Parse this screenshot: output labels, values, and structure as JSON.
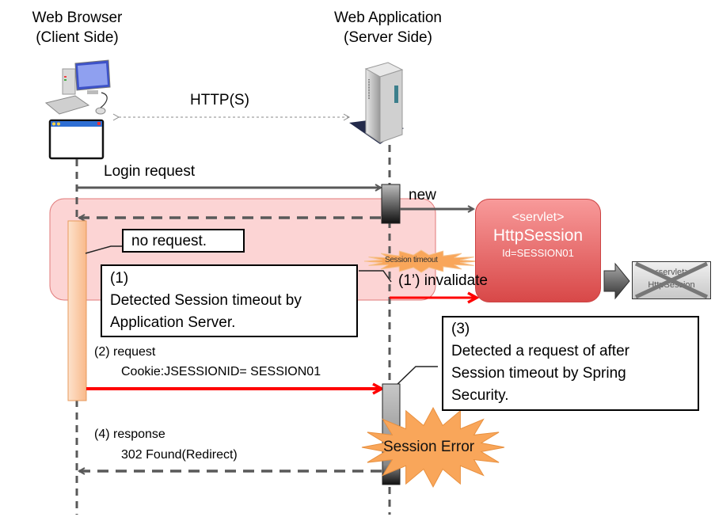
{
  "actors": {
    "client": {
      "title_line1": "Web Browser",
      "title_line2": "(Client Side)"
    },
    "server": {
      "title_line1": "Web Application",
      "title_line2": "(Server Side)"
    }
  },
  "protocol_label": "HTTP(S)",
  "messages": {
    "login_request": "Login request",
    "new_label": "new",
    "invalidate": "(1’) invalidate",
    "request_2_line1": "(2) request",
    "request_2_line2": "Cookie:JSESSIONID=  SESSION01",
    "response_4_line1": "(4)  response",
    "response_4_line2": "302 Found(Redirect)"
  },
  "callouts": {
    "no_request": "no request.",
    "note_1": {
      "line1": "(1)",
      "line2": "Detected Session timeout by",
      "line3": "Application Server."
    },
    "note_3": {
      "line1": "(3)",
      "line2": "Detected a request of after",
      "line3": "Session timeout by Spring",
      "line4": "Security."
    }
  },
  "session_object": {
    "stereotype": "<servlet>",
    "name": "HttpSession",
    "id": "Id=SESSION01"
  },
  "destroyed_session": {
    "line1": "<servlet>",
    "line2": "HttpSession"
  },
  "bursts": {
    "timeout": "Session timeout",
    "error": "Session Error"
  },
  "colors": {
    "request_arrow": "#ff0000",
    "normal_arrow": "#595959",
    "timeout_region": "#fbd0d0",
    "burst": "#f9a65a",
    "session_box": "#e06060"
  }
}
